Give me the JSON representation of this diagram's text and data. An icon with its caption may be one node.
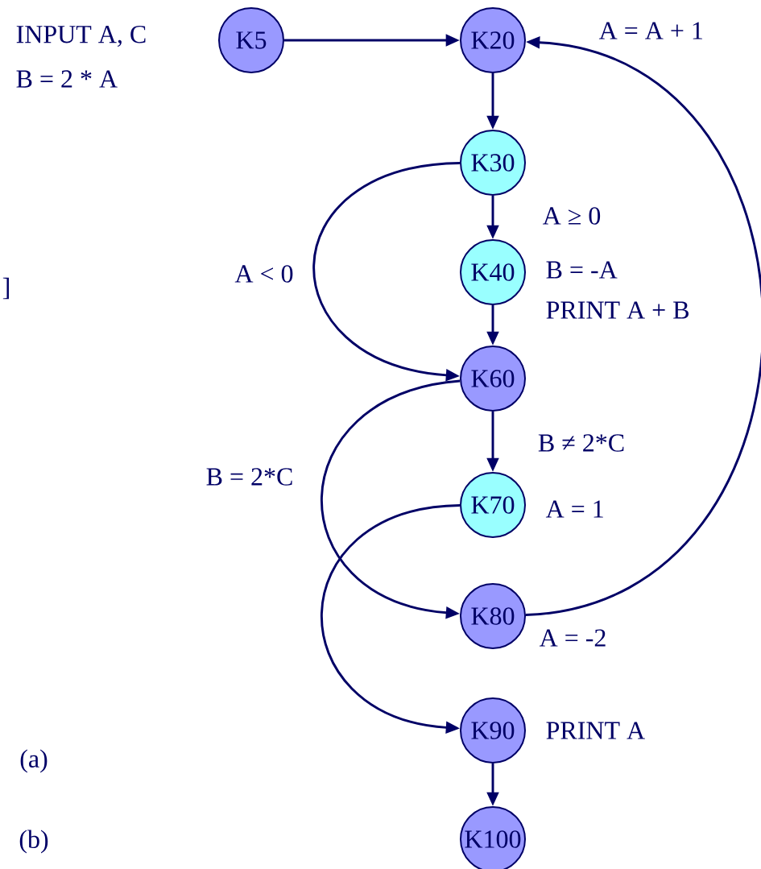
{
  "diagram": {
    "nodes": [
      {
        "text": [
          "K5"
        ],
        "beside": [
          "INPUT A, C",
          "B = 2 * A"
        ]
      },
      {
        "text": [
          "K20"
        ],
        "beside": [
          "A = A + 1"
        ]
      },
      {
        "text": [
          "K30"
        ]
      },
      {
        "text": [
          "K40"
        ],
        "beside": [
          "B = -A",
          "PRINT A + B"
        ]
      },
      {
        "text": [
          "K60"
        ]
      },
      {
        "text": [
          "K70"
        ],
        "beside": [
          "A = 1"
        ]
      },
      {
        "text": [
          "K80"
        ],
        "beside": [
          "A = -2"
        ]
      },
      {
        "text": [
          "K90"
        ],
        "beside": [
          "PRINT A"
        ]
      },
      {
        "text": [
          "K100"
        ]
      }
    ],
    "edges": [
      {
        "from": 0,
        "to": 1,
        "arrow": "to"
      },
      {
        "from": 1,
        "to": 2,
        "arrow": "to"
      },
      {
        "from": 2,
        "to": 3,
        "arrow": "to",
        "label": "A ≥ 0"
      },
      {
        "from": 2,
        "to": 4,
        "arrow": "to",
        "label": "A < 0"
      },
      {
        "from": 3,
        "to": 4,
        "arrow": "to"
      },
      {
        "from": 4,
        "to": 5,
        "arrow": "to",
        "label": "B ≠ 2*C"
      },
      {
        "from": 4,
        "to": 6,
        "arrow": "to",
        "label": "B = 2*C"
      },
      {
        "from": 5,
        "to": 7,
        "arrow": "to"
      },
      {
        "from": 6,
        "to": 1,
        "arrow": "to"
      },
      {
        "from": 7,
        "to": 8,
        "arrow": "to"
      }
    ],
    "labels": [
      "]",
      "(a)",
      "(b)"
    ]
  }
}
